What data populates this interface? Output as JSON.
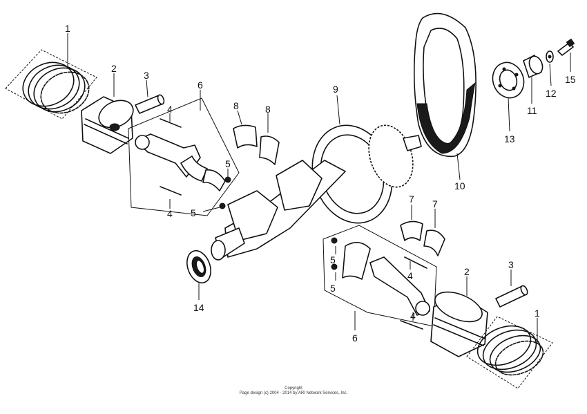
{
  "callouts": {
    "c1a": "1",
    "c2a": "2",
    "c3a": "3",
    "c6a": "6",
    "c4a": "4",
    "c4b": "4",
    "c5a": "5",
    "c5b": "5",
    "c8a": "8",
    "c8b": "8",
    "c9": "9",
    "c10": "10",
    "c13": "13",
    "c11": "11",
    "c12": "12",
    "c15": "15",
    "c7a": "7",
    "c7b": "7",
    "c5c": "5",
    "c5d": "5",
    "c4c": "4",
    "c4d": "4",
    "c14": "14",
    "c6b": "6",
    "c2b": "2",
    "c3b": "3",
    "c1b": "1"
  },
  "footer": {
    "line1": "Copyright",
    "line2": "Page design (c) 2004 - 2014 by ARI Network Services, Inc."
  }
}
